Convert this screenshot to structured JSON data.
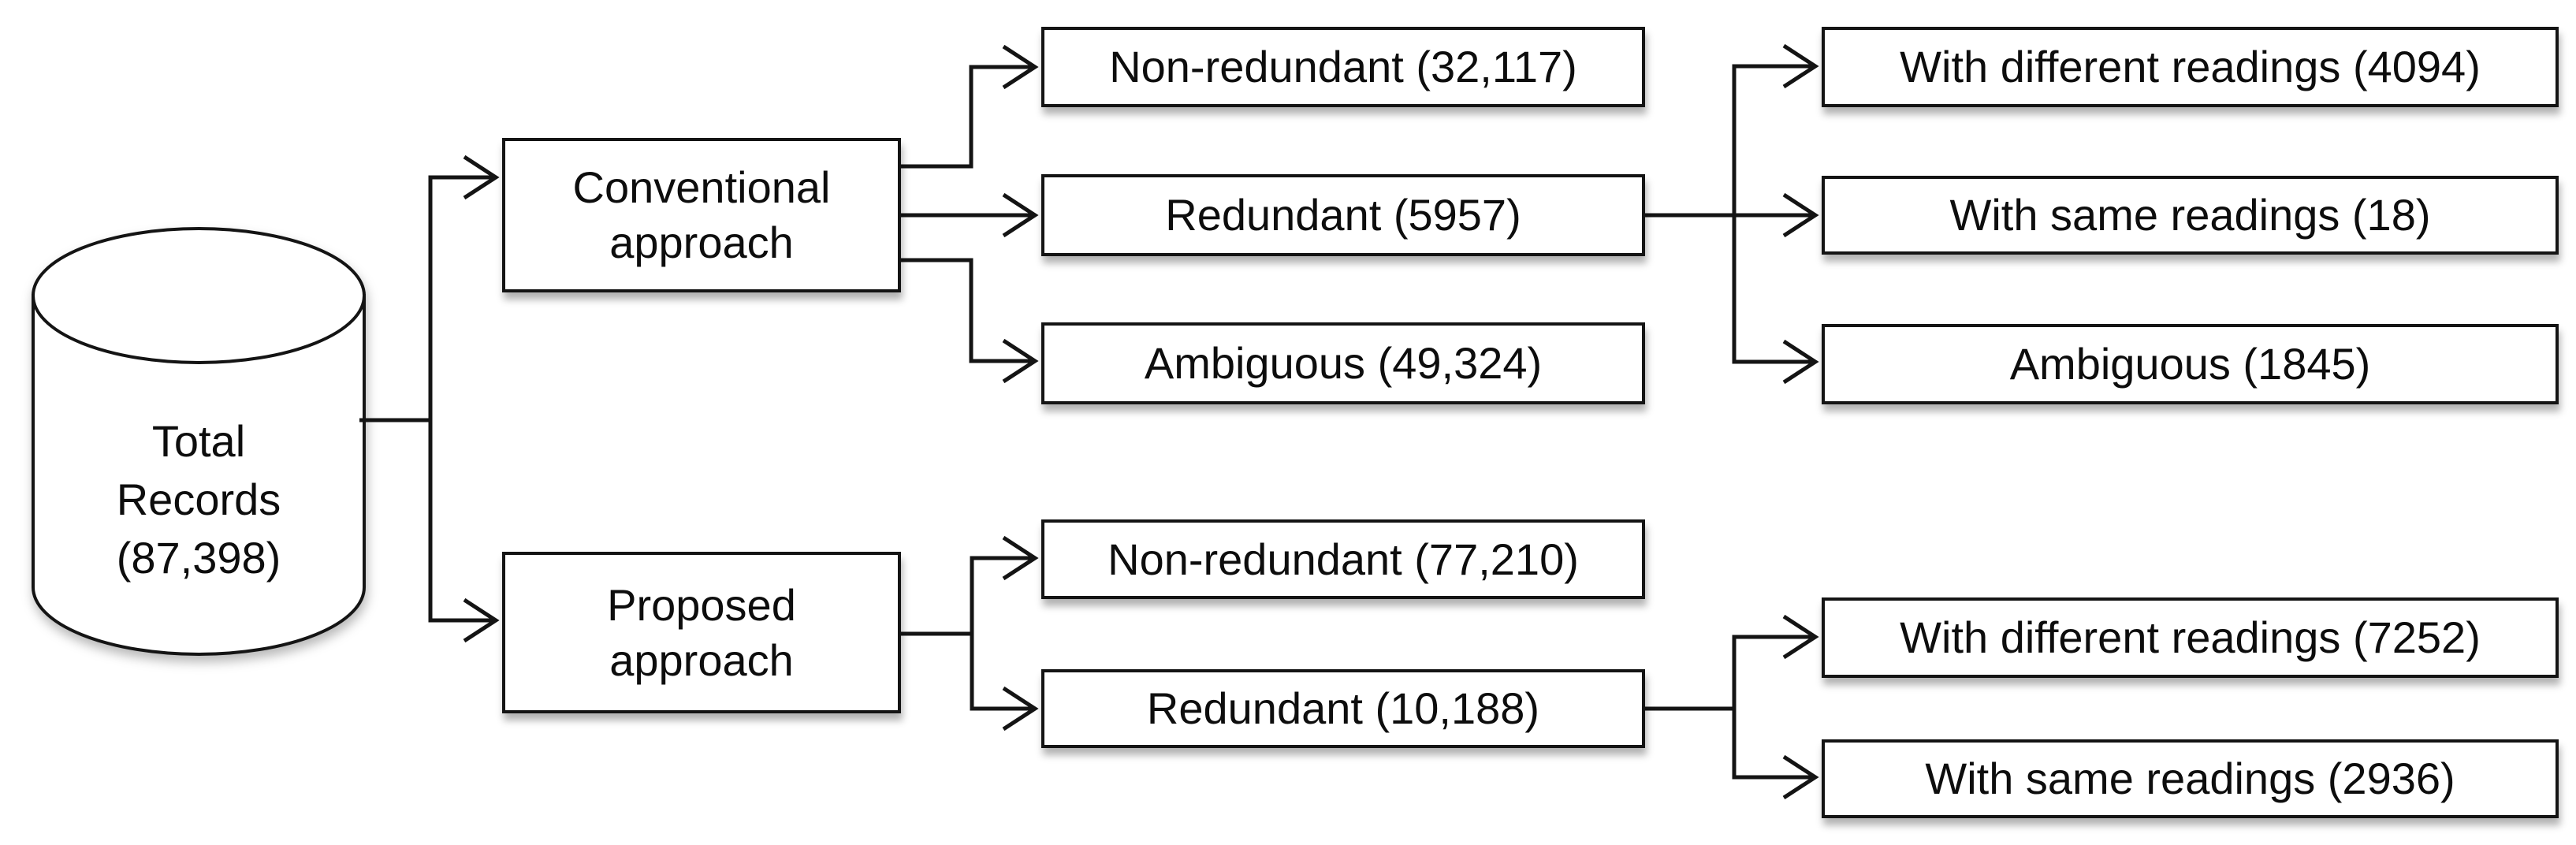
{
  "diagram": {
    "background_color": "#ffffff",
    "line_color": "#141414",
    "text_color": "#0d0d0d",
    "nodes": {
      "total": {
        "lines": [
          "Total",
          "Records",
          "(87,398)"
        ],
        "count": 87398,
        "shape": "database-cylinder"
      },
      "conventional": {
        "lines": [
          "Conventional",
          "approach"
        ]
      },
      "proposed": {
        "lines": [
          "Proposed",
          "approach"
        ]
      },
      "conventional_results": [
        {
          "label": "Non-redundant (32,117)",
          "count": 32117
        },
        {
          "label": "Redundant (5957)",
          "count": 5957
        },
        {
          "label": "Ambiguous (49,324)",
          "count": 49324
        }
      ],
      "conventional_redundant_breakdown": [
        {
          "label": "With different readings (4094)",
          "count": 4094
        },
        {
          "label": "With same readings (18)",
          "count": 18
        },
        {
          "label": "Ambiguous (1845)",
          "count": 1845
        }
      ],
      "proposed_results": [
        {
          "label": "Non-redundant (77,210)",
          "count": 77210
        },
        {
          "label": "Redundant (10,188)",
          "count": 10188
        }
      ],
      "proposed_redundant_breakdown": [
        {
          "label": "With different readings (7252)",
          "count": 7252
        },
        {
          "label": "With same readings (2936)",
          "count": 2936
        }
      ]
    }
  }
}
